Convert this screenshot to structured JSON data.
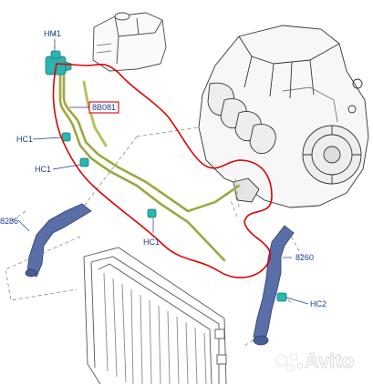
{
  "labels": {
    "hm1": "HM1",
    "part_8b081": "8B081",
    "hc1_top": "HC1",
    "hc1_mid": "HC1",
    "hc1_bottom": "HC1",
    "part_8286": "8286",
    "part_8260": "8260",
    "hc2": "HC2"
  },
  "watermark": {
    "text": "Avito"
  },
  "colors": {
    "highlight_outline": "#e00000",
    "callout": "#1e3f8c",
    "hose": "#5a6ea8",
    "pipe": "#b8c060",
    "connector": "#2bb5b0",
    "line_art": "#333333"
  },
  "icons": [
    "engine-icon",
    "radiator-icon",
    "expansion-tank-icon",
    "pump-icon",
    "hose-icon",
    "clip-icon",
    "avito-logo-icon"
  ]
}
